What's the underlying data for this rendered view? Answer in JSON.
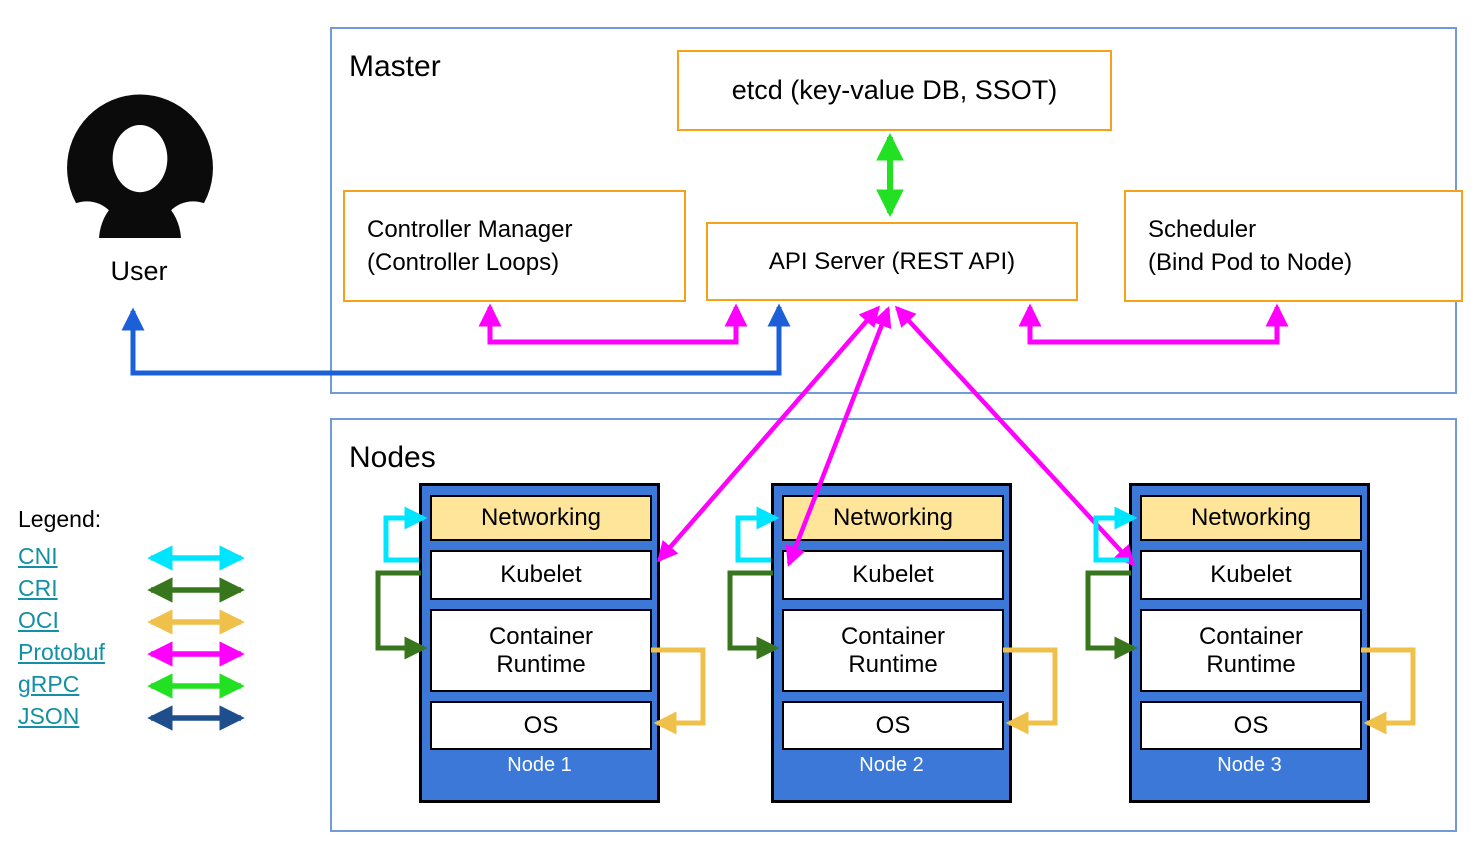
{
  "user": {
    "label": "User"
  },
  "master": {
    "title": "Master",
    "etcd_label": "etcd (key-value DB, SSOT)",
    "controller_manager_line1": "Controller Manager",
    "controller_manager_line2": "(Controller Loops)",
    "api_server_label": "API Server (REST API)",
    "scheduler_line1": "Scheduler",
    "scheduler_line2": "(Bind Pod to Node)"
  },
  "nodes_section": {
    "title": "Nodes",
    "nodes": [
      {
        "name": "Node 1",
        "networking": "Networking",
        "kubelet": "Kubelet",
        "container_runtime": "Container Runtime",
        "os": "OS"
      },
      {
        "name": "Node 2",
        "networking": "Networking",
        "kubelet": "Kubelet",
        "container_runtime": "Container Runtime",
        "os": "OS"
      },
      {
        "name": "Node 3",
        "networking": "Networking",
        "kubelet": "Kubelet",
        "container_runtime": "Container Runtime",
        "os": "OS"
      }
    ]
  },
  "legend": {
    "title": "Legend:",
    "items": [
      {
        "label": "CNI",
        "color": "#00E5FF"
      },
      {
        "label": "CRI",
        "color": "#38761D"
      },
      {
        "label": "OCI",
        "color": "#EFC14B"
      },
      {
        "label": "Protobuf",
        "color": "#FF00FF"
      },
      {
        "label": "gRPC",
        "color": "#22E022"
      },
      {
        "label": "JSON",
        "color": "#1F4E8C"
      }
    ]
  },
  "colors": {
    "component_border_orange": "#F7A11B",
    "section_border_blue": "#6F9BD8",
    "node_fill_blue": "#3C78D8",
    "networking_fill_tan": "#FFE599",
    "user_link_blue": "#1B5FD9",
    "legend_link_teal": "#1390A4"
  }
}
